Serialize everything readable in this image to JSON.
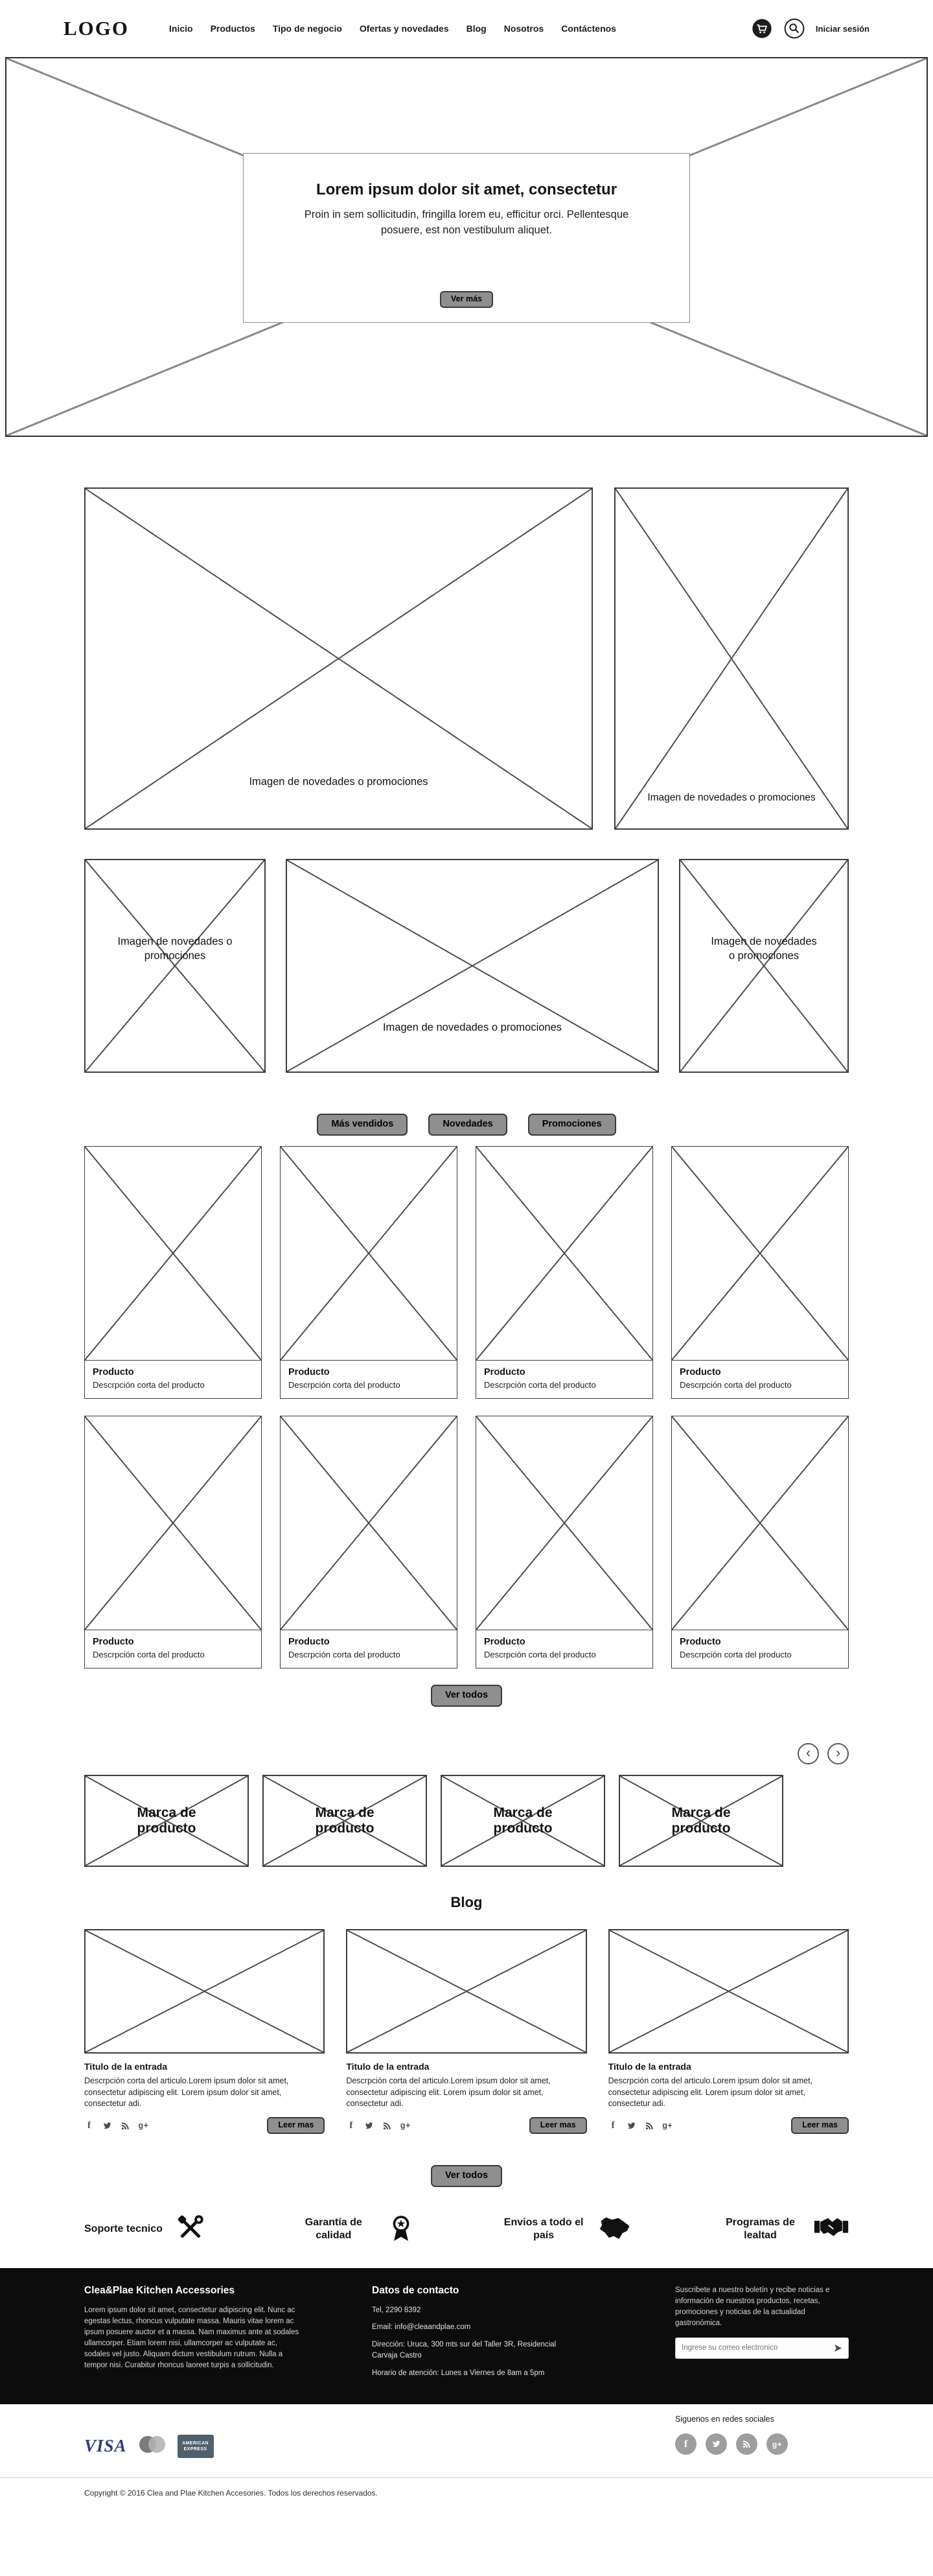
{
  "header": {
    "logo": "LOGO",
    "nav": [
      "Inicio",
      "Productos",
      "Tipo de negocio",
      "Ofertas y novedades",
      "Blog",
      "Nosotros",
      "Contáctenos"
    ],
    "login": "Iniciar sesión"
  },
  "hero": {
    "title": "Lorem ipsum dolor sit amet, consectetur",
    "text": "Proin in sem sollicitudin, fringilla lorem eu, efficitur orci. Pellentesque posuere, est non vestibulum aliquet.",
    "cta": "Ver más"
  },
  "promos": {
    "large": "Imagen de novedades o promociones",
    "side": "Imagen de novedades o promociones",
    "small_left": "Imagen de novedades o promociones",
    "wide": "Imagen de novedades o promociones",
    "small_right": "Imagen de novedades o promociones"
  },
  "catalog": {
    "tabs": [
      "Más vendidos",
      "Novedades",
      "Promociones"
    ],
    "view_all": "Ver todos",
    "products": [
      {
        "name": "Producto",
        "desc": "Descrpción corta del producto"
      },
      {
        "name": "Producto",
        "desc": "Descrpción corta del producto"
      },
      {
        "name": "Producto",
        "desc": "Descrpción corta del producto"
      },
      {
        "name": "Producto",
        "desc": "Descrpción corta del producto"
      },
      {
        "name": "Producto",
        "desc": "Descrpción corta del producto"
      },
      {
        "name": "Producto",
        "desc": "Descrpción corta del producto"
      },
      {
        "name": "Producto",
        "desc": "Descrpción corta del producto"
      },
      {
        "name": "Producto",
        "desc": "Descrpción corta del producto"
      }
    ]
  },
  "brands": {
    "prev": "‹",
    "next": "›",
    "items": [
      "Marca de producto",
      "Marca de producto",
      "Marca de producto",
      "Marca de producto"
    ]
  },
  "blog": {
    "title": "Blog",
    "view_all": "Ver todos",
    "social_icons": [
      "facebook",
      "twitter",
      "rss",
      "google-plus"
    ],
    "posts": [
      {
        "title": "Titulo de la entrada",
        "excerpt": "Descrpción corta del articulo.Lorem ipsum dolor sit amet, consectetur adipiscing elit. Lorem ipsum dolor sit amet, consectetur adi.",
        "read_more": "Leer mas"
      },
      {
        "title": "Titulo de la entrada",
        "excerpt": "Descrpción corta del articulo.Lorem ipsum dolor sit amet, consectetur adipiscing elit. Lorem ipsum dolor sit amet, consectetur adi.",
        "read_more": "Leer mas"
      },
      {
        "title": "Titulo de la entrada",
        "excerpt": "Descrpción corta del articulo.Lorem ipsum dolor sit amet, consectetur adipiscing elit. Lorem ipsum dolor sit amet, consectetur adi.",
        "read_more": "Leer mas"
      }
    ]
  },
  "features": [
    {
      "label": "Soporte tecnico",
      "icon": "tools"
    },
    {
      "label": "Garantía de calidad",
      "icon": "medal"
    },
    {
      "label": "Envios a todo el país",
      "icon": "costa-rica-map"
    },
    {
      "label": "Programas de lealtad",
      "icon": "handshake"
    }
  ],
  "footer": {
    "about": {
      "title": "Clea&Plae Kitchen Accessories",
      "text": "Lorem ipsum dolor sit amet, consectetur adipiscing elit. Nunc ac egestas lectus, rhoncus vulputate massa. Mauris vitae lorem ac ipsum posuere auctor et a massa. Nam maximus ante at sodales ullamcorper. Etiam lorem nisi, ullamcorper ac vulputate ac, sodales vel justo. Aliquam dictum vestibulum rutrum. Nulla a tempor nisi. Curabitur rhoncus laoreet turpis a sollicitudin."
    },
    "contact": {
      "title": "Datos de contacto",
      "phone": "Tel, 2290 8392",
      "email": "Email: info@cleaandplae.com",
      "address": "Dirección: Uruca, 300 mts sur del Taller 3R, Residencial Carvaja Castro",
      "hours": "Horario de atención: Lunes a Viernes de  8am a 5pm"
    },
    "newsletter": {
      "text": "Suscribete a nuestro boletín y recibe noticias e información de nuestros productos, recetas, promociones y noticias de la actualidad gastronómica.",
      "placeholder": "Ingrese su correo electronico"
    },
    "social_title": "Siguenos en redes sociales",
    "payments": {
      "visa": "VISA",
      "amex_line1": "AMERICAN",
      "amex_line2": "EXPRESS"
    },
    "copyright": "Copyright © 2016 Clea and Plae Kitchen Accesories. Todos los derechos reservados.",
    "accent_dark": "#0c0c0c",
    "pill_gray": "#8f8f8f"
  }
}
